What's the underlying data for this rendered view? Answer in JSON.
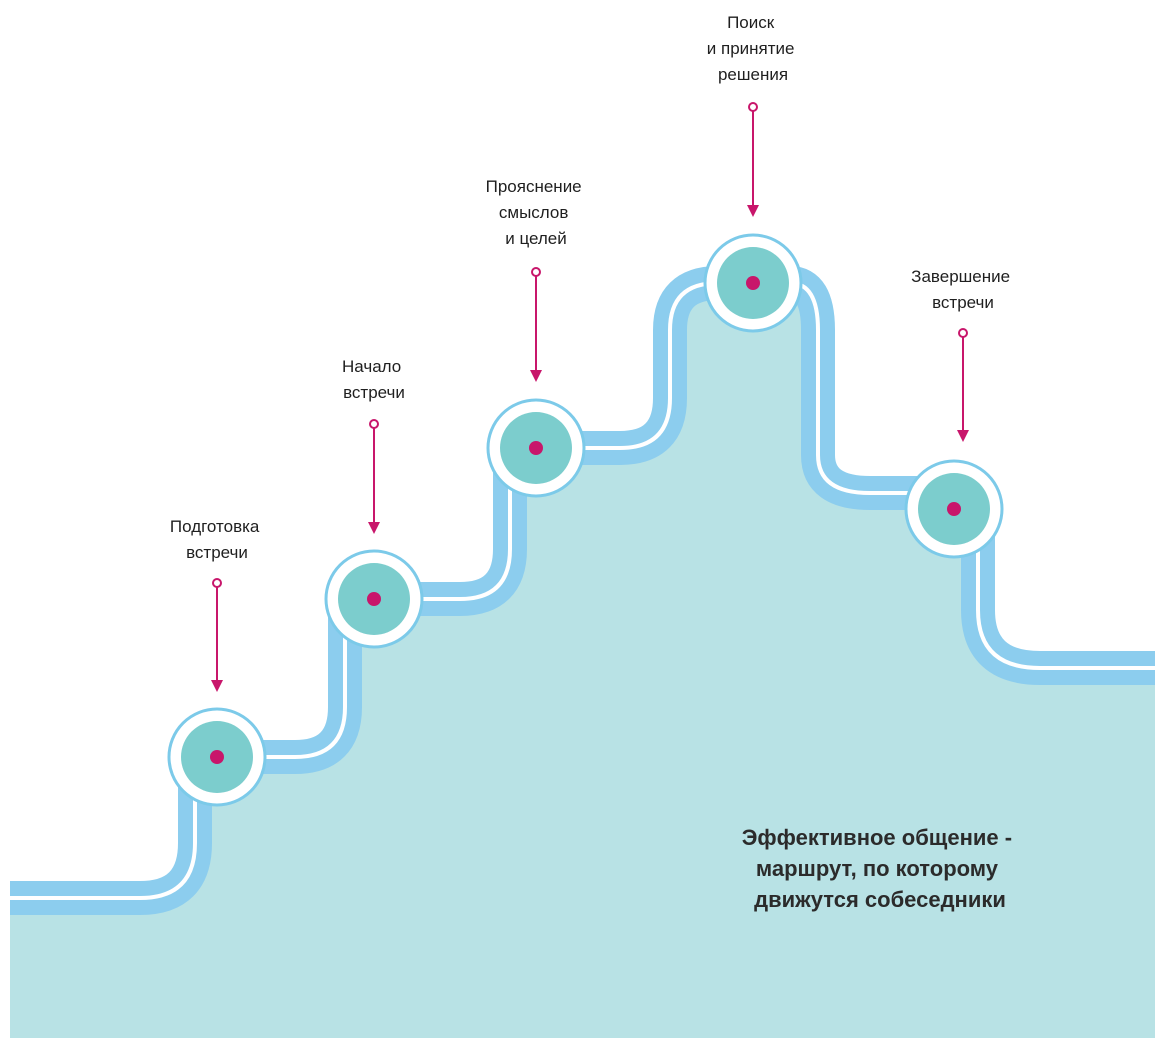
{
  "colors": {
    "area_fill": "#b8e2e5",
    "track_color": "#8ccdee",
    "track_inner_line": "#ffffff",
    "node_ring": "#ffffff",
    "node_outline": "#7ccae9",
    "node_core": "#7ccdcd",
    "node_dot": "#c8166b",
    "arrow_color": "#c8166b"
  },
  "steps": [
    {
      "label_lines": [
        "Подготовка",
        "встречи"
      ],
      "icon": "node-circle"
    },
    {
      "label_lines": [
        "Начало",
        "встречи"
      ],
      "icon": "node-circle"
    },
    {
      "label_lines": [
        "Прояснение",
        "смыслов",
        "и целей"
      ],
      "icon": "node-circle"
    },
    {
      "label_lines": [
        "Поиск",
        "и принятие",
        "решения"
      ],
      "icon": "node-circle"
    },
    {
      "label_lines": [
        "Завершение",
        "встречи"
      ],
      "icon": "node-circle"
    }
  ],
  "caption": {
    "lines": [
      "Эффективное общение -",
      "маршрут, по которому",
      "движутся собеседники"
    ]
  }
}
